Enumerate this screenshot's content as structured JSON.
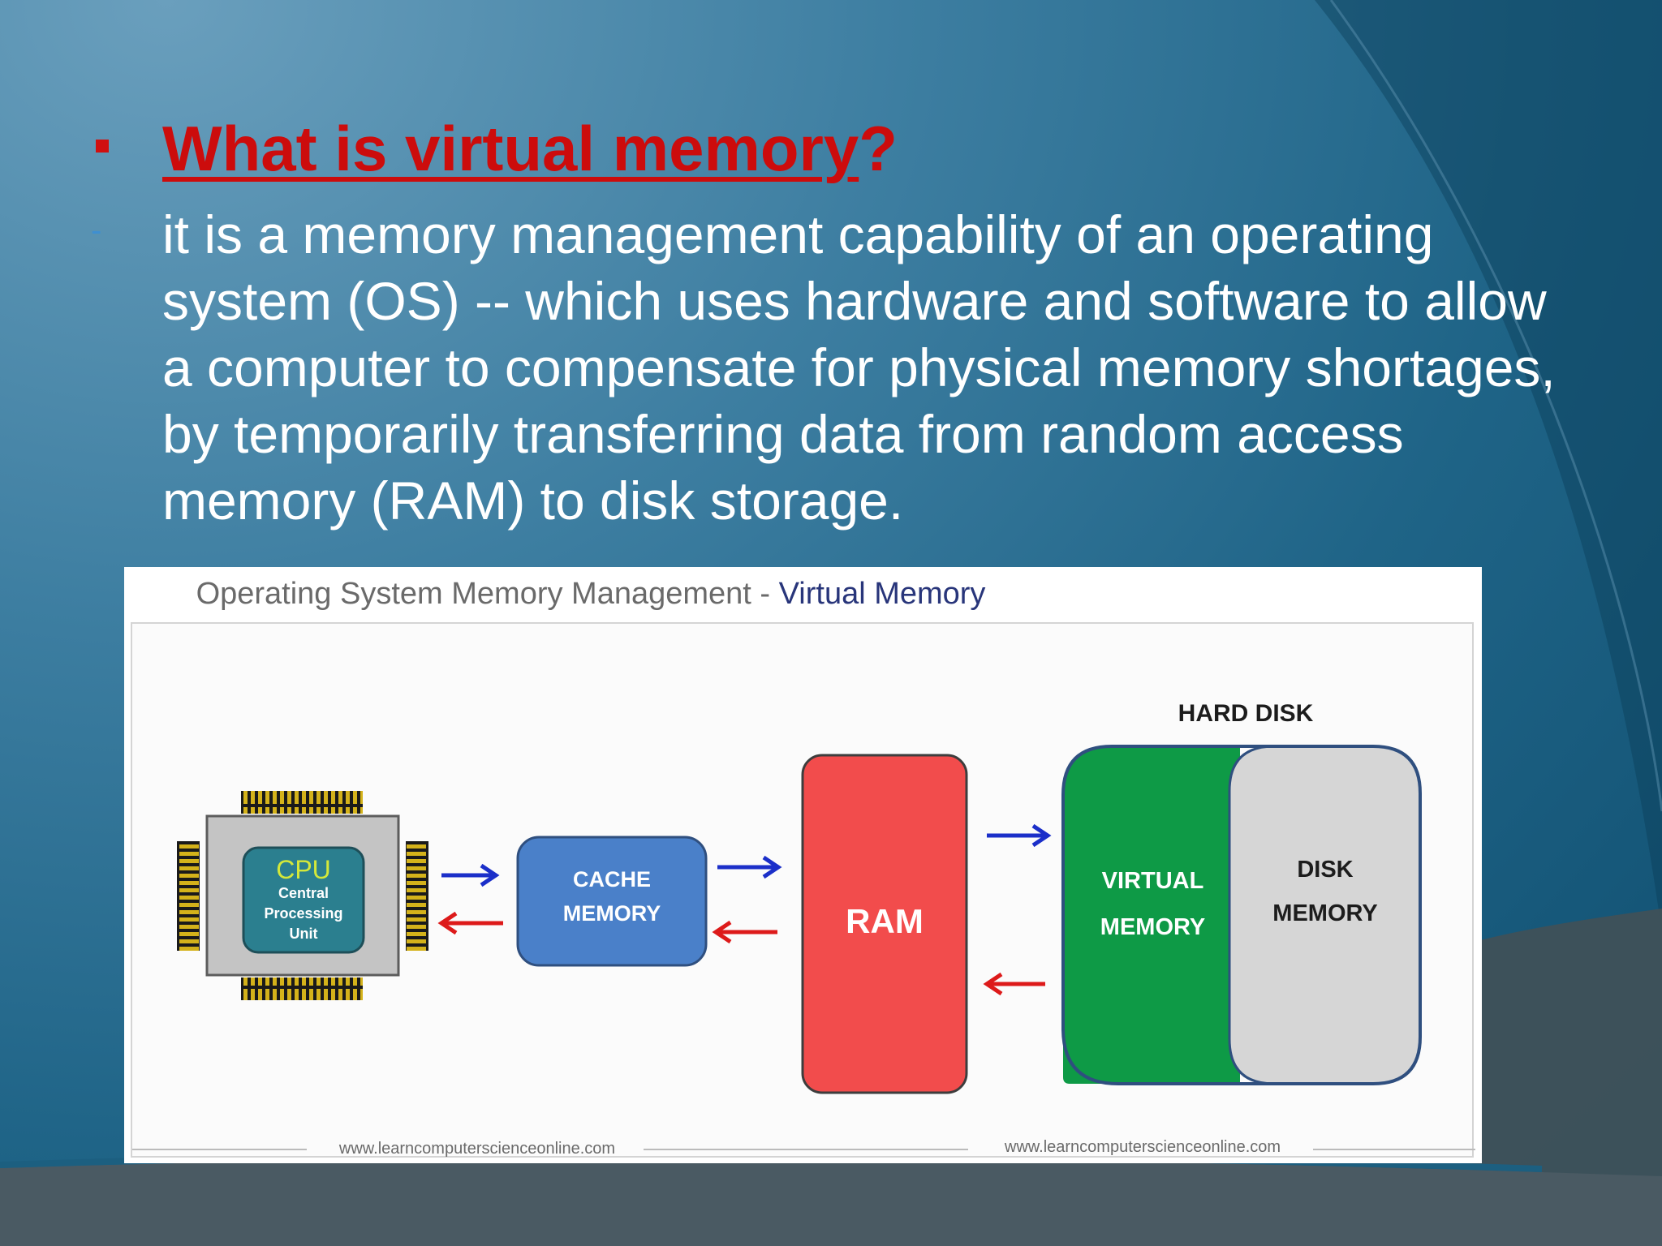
{
  "slide": {
    "title_main": "What is virtual memory",
    "title_end": "?",
    "body": "it is a memory management capability of an operating system (OS) -- which uses hardware and software to allow a computer to compensate for physical memory shortages, by temporarily transferring data from random access memory (RAM) to disk storage."
  },
  "figure": {
    "title_prefix": "Operating System Memory Management - ",
    "title_accent": "Virtual Memory",
    "cpu": {
      "label": "CPU",
      "line1": "Central",
      "line2": "Processing",
      "line3": "Unit"
    },
    "cache": {
      "line1": "CACHE",
      "line2": "MEMORY"
    },
    "ram": {
      "label": "RAM"
    },
    "hard_disk": {
      "label": "HARD DISK",
      "virtual_line1": "VIRTUAL",
      "virtual_line2": "MEMORY",
      "disk_line1": "DISK",
      "disk_line2": "MEMORY"
    },
    "watermark_left": "www.learncomputerscienceonline.com",
    "watermark_right": "www.learncomputerscienceonline.com"
  },
  "colors": {
    "title": "#cc0c0c",
    "cpu_chip": "#2b7f8f",
    "cache": "#4a80c9",
    "ram": "#f24c4c",
    "virtual_memory": "#0e9a46",
    "disk_memory": "#d6d6d6",
    "arrow_forward": "#1b2fc9",
    "arrow_back": "#dd1a1a"
  }
}
